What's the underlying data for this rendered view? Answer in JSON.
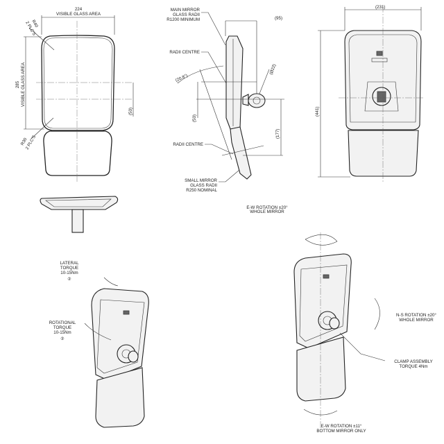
{
  "front_view": {
    "width_dim": "224",
    "width_label": "VISIBLE GLASS AREA",
    "height_dim": "285",
    "height_label": "VISIBLE GLASS AREA",
    "top_radius": "R40",
    "top_radius_qty": "2 PLC'S",
    "bottom_radius": "R30",
    "bottom_radius_qty": "2 PLC'S",
    "offset_dim": "(50)"
  },
  "side_view": {
    "main_glass_note": [
      "MAIN MIRROR",
      "GLASS RADII",
      "R1200 MINIMUM"
    ],
    "radii_centre_top": "RADII CENTRE",
    "depth_dim": "(95)",
    "diameter_dim": "(Ø22)",
    "angle_dim": "(20.8°)",
    "offset_dim": "(50)",
    "clamp_height_dim": "(177)",
    "radii_centre_bottom": "RADII CENTRE",
    "small_glass_note": [
      "SMALL MIRROR",
      "GLASS RADII",
      "R250 NOMINAL"
    ],
    "rotation_note": [
      "E-W ROTATION ±20°",
      "WHOLE MIRROR"
    ]
  },
  "rear_view": {
    "width_dim": "(231)",
    "height_dim": "(441)"
  },
  "iso_left": {
    "lateral_torque": [
      "LATERAL",
      "TORQUE",
      "10-15Nm",
      "②"
    ],
    "rotational_torque": [
      "ROTATIONAL",
      "TORQUE",
      "10-15Nm",
      "②"
    ]
  },
  "iso_right": {
    "ns_rotation": [
      "N-S ROTATION ±20°",
      "WHOLE MIRROR"
    ],
    "clamp_torque": [
      "CLAMP ASSEMBLY",
      "TORQUE 4Nm"
    ],
    "ew_rotation": [
      "E-W ROTATION ±11°",
      "BOTTOM MIRROR ONLY"
    ]
  }
}
